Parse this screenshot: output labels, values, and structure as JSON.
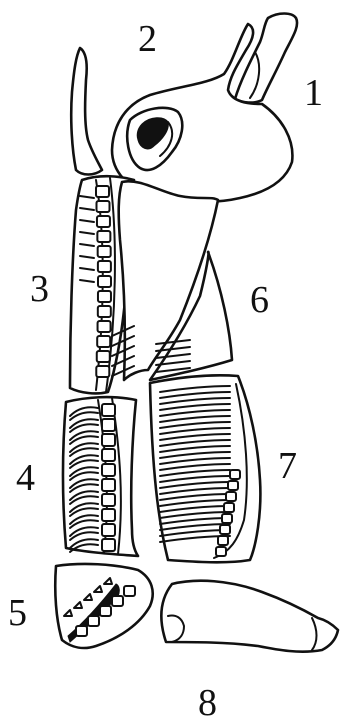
{
  "labels": {
    "cut_1": "1",
    "cut_2": "2",
    "cut_3": "3",
    "cut_4": "4",
    "cut_5": "5",
    "cut_6": "6",
    "cut_7": "7",
    "cut_8": "8"
  }
}
